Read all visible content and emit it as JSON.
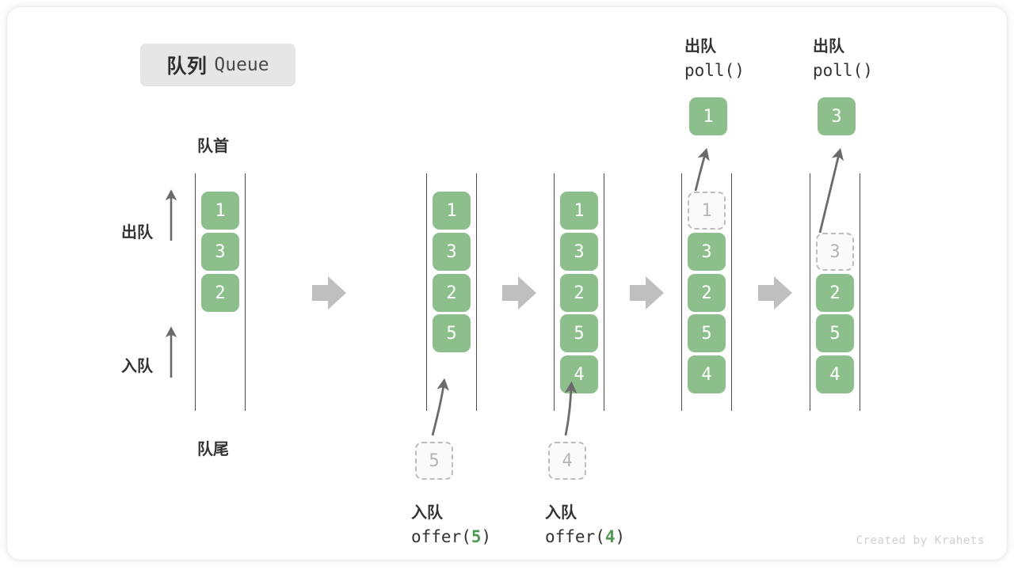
{
  "title": {
    "cn": "队列",
    "en": "Queue"
  },
  "labels": {
    "head": "队首",
    "tail": "队尾",
    "dequeue": "出队",
    "enqueue": "入队"
  },
  "colors": {
    "element": "#8cbf8c",
    "ghost_border": "#bcbcbc",
    "ghost_text": "#b5b5b5",
    "rail": "#4c4c4c",
    "step_arrow": "#bfbfbf",
    "accent_text": "#4f9a52",
    "badge_bg": "#e6e6e6"
  },
  "columns": [
    {
      "name": "initial",
      "cells": [
        {
          "value": "1",
          "state": "filled"
        },
        {
          "value": "3",
          "state": "filled"
        },
        {
          "value": "2",
          "state": "filled"
        }
      ]
    },
    {
      "name": "after-offer-5",
      "cells": [
        {
          "value": "1",
          "state": "filled"
        },
        {
          "value": "3",
          "state": "filled"
        },
        {
          "value": "2",
          "state": "filled"
        },
        {
          "value": "5",
          "state": "filled"
        }
      ]
    },
    {
      "name": "after-offer-4",
      "cells": [
        {
          "value": "1",
          "state": "filled"
        },
        {
          "value": "3",
          "state": "filled"
        },
        {
          "value": "2",
          "state": "filled"
        },
        {
          "value": "5",
          "state": "filled"
        },
        {
          "value": "4",
          "state": "filled"
        }
      ]
    },
    {
      "name": "poll-1",
      "cells": [
        {
          "value": "1",
          "state": "ghost"
        },
        {
          "value": "3",
          "state": "filled"
        },
        {
          "value": "2",
          "state": "filled"
        },
        {
          "value": "5",
          "state": "filled"
        },
        {
          "value": "4",
          "state": "filled"
        }
      ]
    },
    {
      "name": "poll-3",
      "cells": [
        {
          "value": "",
          "state": "empty"
        },
        {
          "value": "3",
          "state": "ghost"
        },
        {
          "value": "2",
          "state": "filled"
        },
        {
          "value": "5",
          "state": "filled"
        },
        {
          "value": "4",
          "state": "filled"
        }
      ]
    }
  ],
  "operations": {
    "offer_5": {
      "cn": "入队",
      "call_prefix": "offer(",
      "call_arg": "5",
      "call_suffix": ")",
      "pending_value": "5"
    },
    "offer_4": {
      "cn": "入队",
      "call_prefix": "offer(",
      "call_arg": "4",
      "call_suffix": ")",
      "pending_value": "4"
    },
    "poll_1": {
      "cn": "出队",
      "call": "poll()",
      "result_value": "1"
    },
    "poll_3": {
      "cn": "出队",
      "call": "poll()",
      "result_value": "3"
    }
  },
  "watermark": "Created by Krahets"
}
